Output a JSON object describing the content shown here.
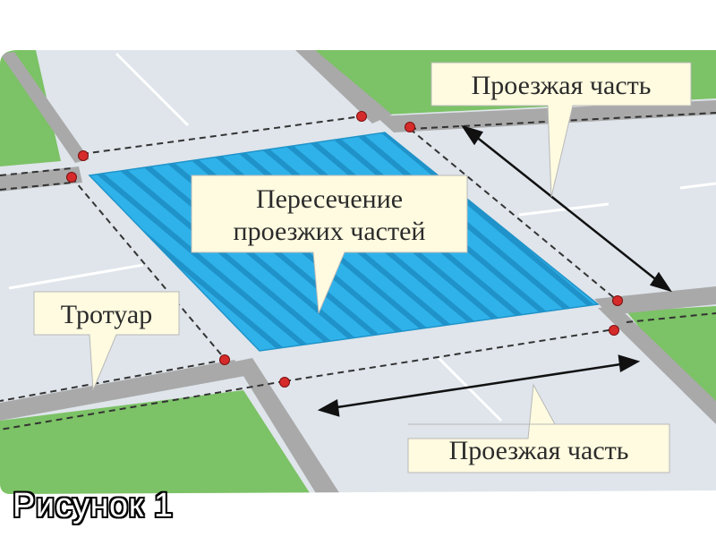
{
  "labels": {
    "roadway_top": "Проезжая часть",
    "roadway_bottom": "Проезжая часть",
    "intersection_line1": "Пересечение",
    "intersection_line2": "проезжих частей",
    "sidewalk": "Тротуар"
  },
  "caption": "Рисунок 1",
  "colors": {
    "grass": "#7cc266",
    "road": "#dfe5eb",
    "sidewalk": "#a9a9a9",
    "intersection_fill": "#2fb2ea",
    "intersection_stripe": "#1f93c9",
    "marker": "#d62b2b",
    "callout_fill": "#fffbe0"
  }
}
